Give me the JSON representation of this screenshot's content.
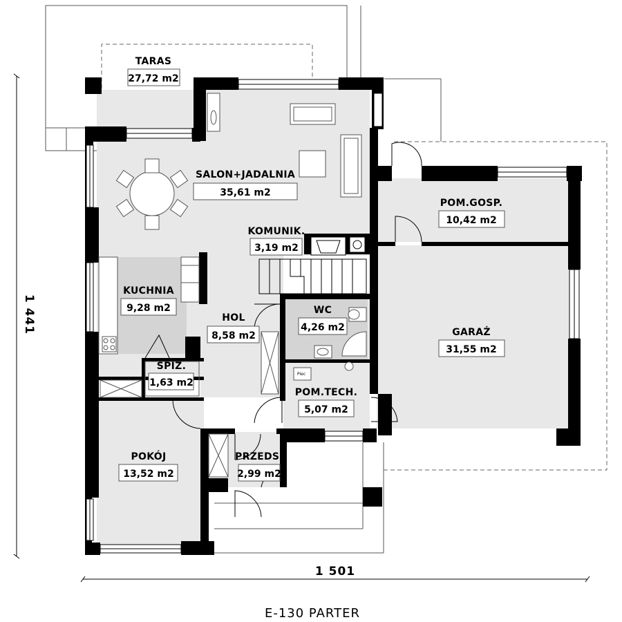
{
  "plan_title": "E-130 PARTER",
  "dimensions": {
    "width": "1 501",
    "height": "1 441"
  },
  "rooms": {
    "taras": {
      "name": "TARAS",
      "area": "27,72 m2"
    },
    "salon": {
      "name": "SALON+JADALNIA",
      "area": "35,61 m2"
    },
    "komunik": {
      "name": "KOMUNIK.",
      "area": "3,19 m2"
    },
    "kuchnia": {
      "name": "KUCHNIA",
      "area": "9,28 m2"
    },
    "hol": {
      "name": "HOL",
      "area": "8,58 m2"
    },
    "wc": {
      "name": "WC",
      "area": "4,26 m2"
    },
    "spiz": {
      "name": "SPIŻ.",
      "area": "1,63 m2"
    },
    "pomtech": {
      "name": "POM.TECH.",
      "area": "5,07 m2"
    },
    "pomgosp": {
      "name": "POM.GOSP.",
      "area": "10,42 m2"
    },
    "garaz": {
      "name": "GARAŻ",
      "area": "31,55 m2"
    },
    "pokoj": {
      "name": "POKÓJ",
      "area": "13,52 m2"
    },
    "przedsp": {
      "name": "PRZEDS.",
      "area": "2,99 m2"
    }
  },
  "fixtures": {
    "boiler_label": "Piec"
  },
  "colors": {
    "wall": "#000000",
    "floor": "#e8e8e8",
    "tech_floor": "#d9d9d9",
    "line": "#555555"
  }
}
